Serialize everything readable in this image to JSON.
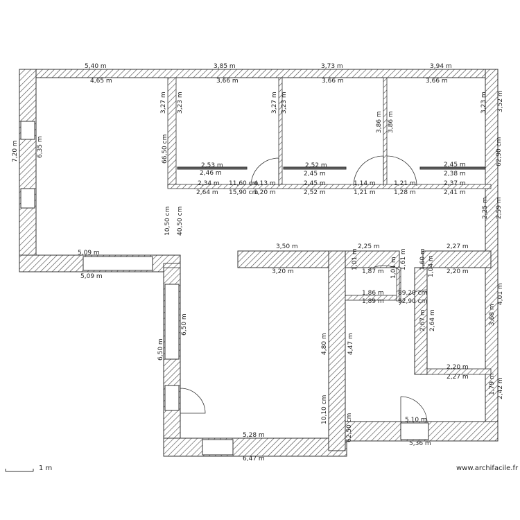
{
  "plan": {
    "wall_color": "#333333",
    "labels": [
      "5,40 m",
      "3,85 m",
      "3,73 m",
      "3,94 m",
      "4,65 m",
      "3,66 m",
      "3,66 m",
      "3,66 m",
      "3,27 m",
      "3,23 m",
      "3,27 m",
      "3,23 m",
      "3,86 m",
      "3,86 m",
      "3,23 m",
      "3,52 m",
      "7,20 m",
      "6,35 m",
      "2,53 m",
      "2,46 m",
      "2,34 m",
      "2,64 m",
      "2,52 m",
      "2,45 m",
      "2,45 m",
      "2,52 m",
      "2,45 m",
      "2,38 m",
      "2,37 m",
      "2,41 m",
      "1,14 m",
      "1,21 m",
      "1,21 m",
      "1,28 m",
      "11,60 cm",
      "4,13 m",
      "15,90 cm",
      "1,20 m",
      "66,50 cm",
      "62,90 cm",
      "2,25 m",
      "2,59 m",
      "5,09 m",
      "5,09 m",
      "3,50 m",
      "2,25 m",
      "2,27 m",
      "3,20 m",
      "1,87 m",
      "1,86 m",
      "1,89 m",
      "2,20 m",
      "89,20 cm",
      "92,90 cm",
      "1,01 m",
      "1,61 m",
      "1,60 m",
      "1,04 m",
      "1,01 m",
      "3,68 m",
      "4,01 m",
      "2,67 m",
      "2,64 m",
      "2,20 m",
      "2,27 m",
      "1,79 m",
      "2,42 m",
      "4,80 m",
      "4,47 m",
      "5,10 m",
      "5,36 m",
      "5,28 m",
      "6,47 m",
      "6,50 m",
      "6,50 m",
      "10,50 cm",
      "40,50 cm",
      "62,50 cm",
      "10,10 cm"
    ]
  },
  "scale": {
    "label": "1 m"
  },
  "watermark": "www.archifacile.fr"
}
